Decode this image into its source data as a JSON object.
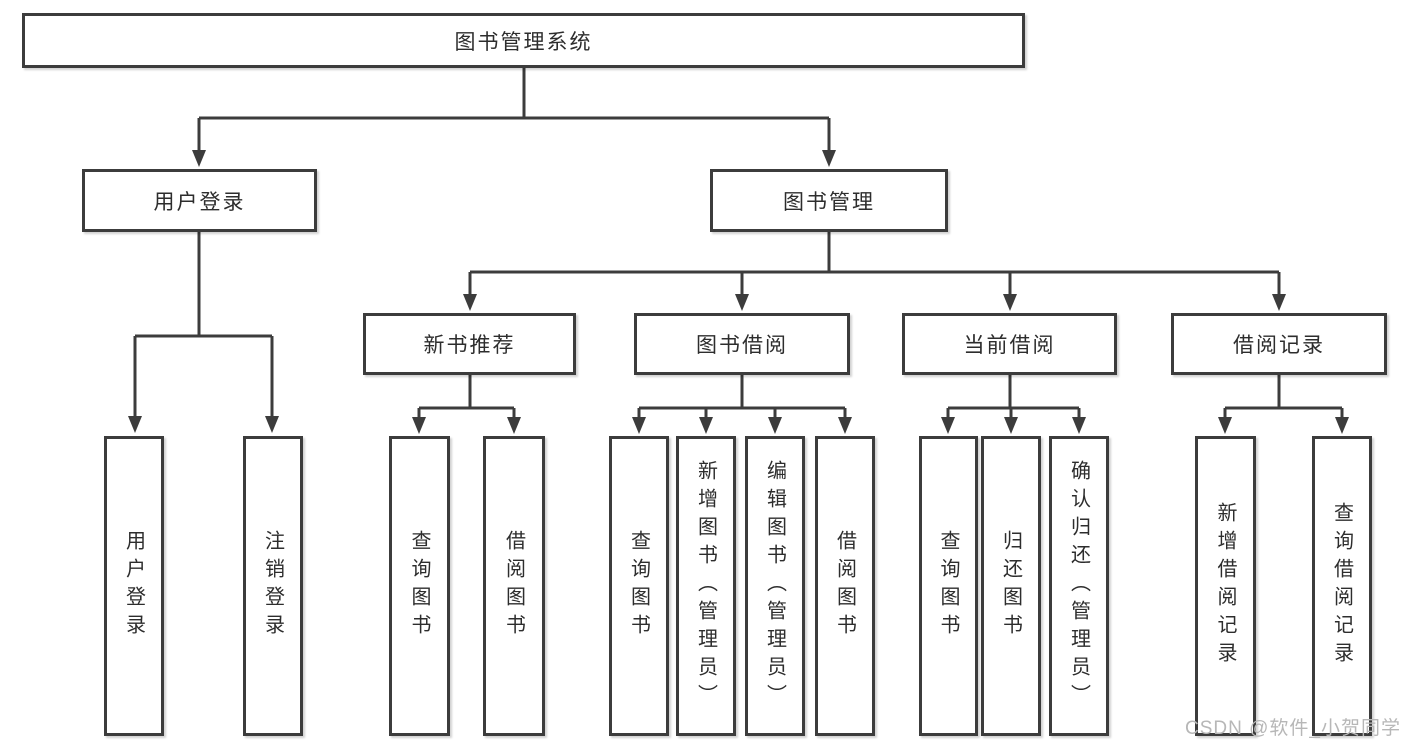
{
  "diagram": {
    "root": {
      "label": "图书管理系统"
    },
    "level2": [
      {
        "label": "用户登录"
      },
      {
        "label": "图书管理"
      }
    ],
    "level3": [
      {
        "label": "新书推荐"
      },
      {
        "label": "图书借阅"
      },
      {
        "label": "当前借阅"
      },
      {
        "label": "借阅记录"
      }
    ],
    "leaves": [
      {
        "label": "用户登录"
      },
      {
        "label": "注销登录"
      },
      {
        "label": "查询图书"
      },
      {
        "label": "借阅图书"
      },
      {
        "label": "查询图书"
      },
      {
        "label": "新增图书（管理员）"
      },
      {
        "label": "编辑图书（管理员）"
      },
      {
        "label": "借阅图书"
      },
      {
        "label": "查询图书"
      },
      {
        "label": "归还图书"
      },
      {
        "label": "确认归还（管理员）"
      },
      {
        "label": "新增借阅记录"
      },
      {
        "label": "查询借阅记录"
      }
    ]
  },
  "watermark": {
    "text": "CSDN @软件_小贺同学"
  },
  "colors": {
    "line": "#3c3c3c",
    "box_border": "#3c3c3c",
    "text": "#2d2d2d",
    "watermark": "#b7b7b7",
    "background": "#ffffff"
  }
}
